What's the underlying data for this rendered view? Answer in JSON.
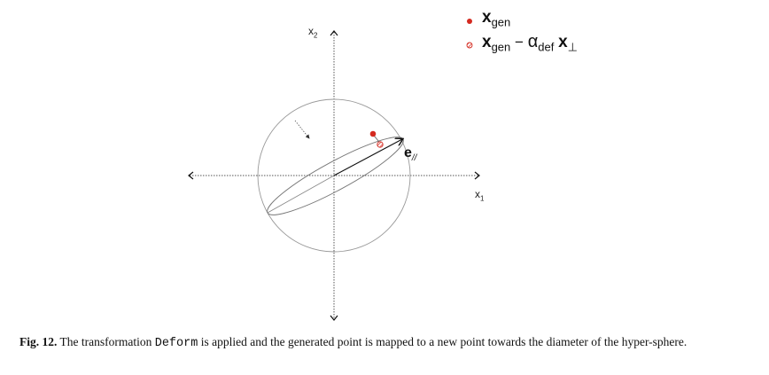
{
  "figure": {
    "axis_x_label": "x",
    "axis_x_sub": "1",
    "axis_y_label": "x",
    "axis_y_sub": "2",
    "vector_label": "e",
    "vector_sub": "//",
    "legend": [
      {
        "symbol": "filled-red-dot",
        "main": "x",
        "sub": "gen",
        "color": "#d42a20"
      },
      {
        "symbol": "hatched-red-dot",
        "main": "x",
        "sub": "gen",
        "op": "−",
        "alpha": "α",
        "alpha_sub": "def",
        "main2": "x",
        "sub2": "⊥",
        "color": "#d42a20"
      }
    ]
  },
  "caption": {
    "label": "Fig. 12.",
    "text_before": " The transformation ",
    "code": "Deform",
    "text_after": " is applied and the generated point is mapped to a new point towards the diameter of the hyper-sphere."
  }
}
